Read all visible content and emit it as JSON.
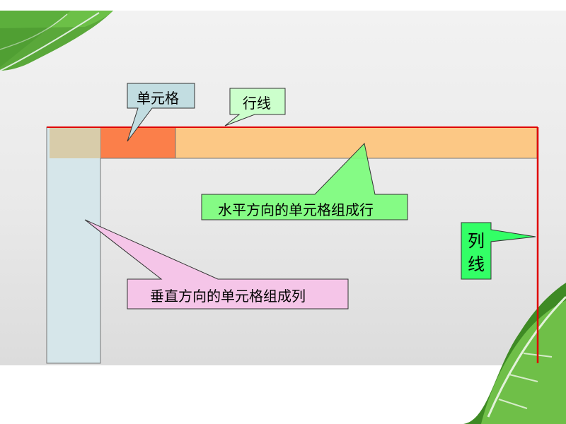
{
  "labels": {
    "cell": "单元格",
    "row_line": "行线",
    "row_desc": "水平方向的单元格组成行",
    "col_desc": "垂直方向的单元格组成列",
    "col_line_char1": "列",
    "col_line_char2": "线"
  },
  "colors": {
    "grid_line": "#e00000",
    "row_fill": "#fcc885",
    "cell_fill": "#fb7f4a",
    "corner_fill": "#d8ccaa",
    "column_fill": "#d6e6ea",
    "cell_callout": "#c2dde1",
    "row_line_callout": "#ccffcc",
    "row_desc_callout": "#7cfc7c",
    "col_desc_callout": "#f5c3e8",
    "col_line_callout": "#33ff66",
    "leaf_green": "#4c9e2d"
  }
}
